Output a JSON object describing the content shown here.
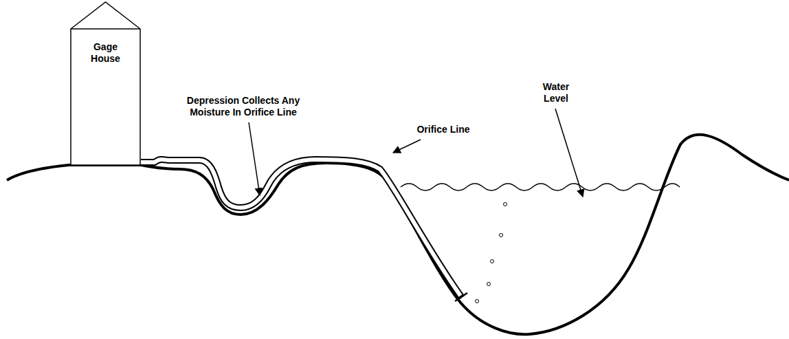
{
  "diagram": {
    "nodes": [
      {
        "text": [
          "Gage House"
        ]
      }
    ],
    "labels": [
      "Depression Collects Any Moisture In Orifice Line",
      "Orifice Line",
      "Water Level"
    ]
  }
}
